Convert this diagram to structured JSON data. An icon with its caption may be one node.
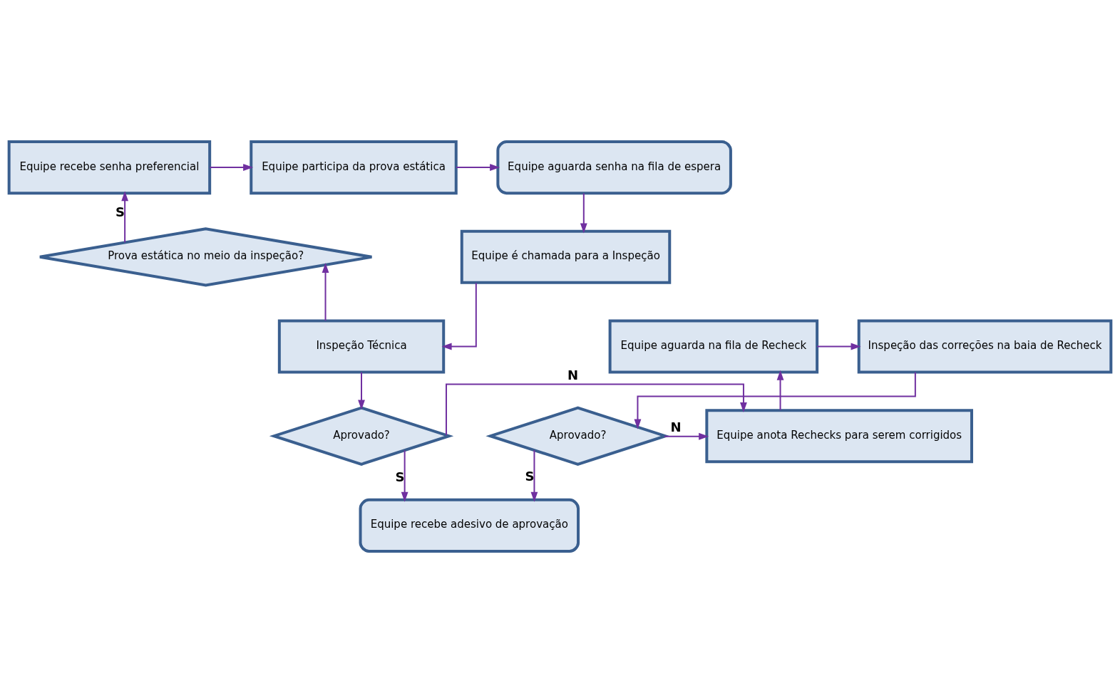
{
  "diagram": {
    "nodes": [
      {
        "text": [
          "Equipe aguarda senha na fila de espera"
        ]
      },
      {
        "text": [
          "Equipe participa da prova estática"
        ]
      },
      {
        "text": [
          "Equipe recebe senha preferencial"
        ]
      },
      {
        "text": [
          "Equipe é chamada para a Inspeção"
        ]
      },
      {
        "text": [
          "Prova estática no meio da inspeção?"
        ]
      },
      {
        "text": [
          "Inspeção Técnica"
        ]
      },
      {
        "text": [
          "Equipe aguarda na fila de Recheck"
        ]
      },
      {
        "text": [
          "Inspeção das correções na baia de Recheck"
        ]
      },
      {
        "text": [
          "Aprovado?"
        ]
      },
      {
        "text": [
          "Equipe anota Rechecks para serem corrigidos"
        ]
      },
      {
        "text": [
          "Aprovado?"
        ]
      },
      {
        "text": [
          "Equipe recebe adesivo de aprovação"
        ]
      }
    ],
    "edges": [
      {
        "from": 2,
        "to": 1,
        "arrow": "to"
      },
      {
        "from": 1,
        "to": 0,
        "arrow": "to"
      },
      {
        "from": 0,
        "to": 3,
        "arrow": "to"
      },
      {
        "from": 3,
        "to": 5,
        "arrow": "to"
      },
      {
        "from": 5,
        "to": 4,
        "arrow": "to"
      },
      {
        "from": 4,
        "to": 2,
        "arrow": "to",
        "label": "S"
      },
      {
        "from": 5,
        "to": 8,
        "arrow": "to"
      },
      {
        "from": 8,
        "to": 9,
        "arrow": "to",
        "label": "N"
      },
      {
        "from": 9,
        "to": 6,
        "arrow": "to"
      },
      {
        "from": 6,
        "to": 7,
        "arrow": "to"
      },
      {
        "from": 7,
        "to": 10,
        "arrow": "to"
      },
      {
        "from": 10,
        "to": 9,
        "arrow": "to",
        "label": "N"
      },
      {
        "from": 8,
        "to": 11,
        "arrow": "to",
        "label": "S"
      },
      {
        "from": 10,
        "to": 11,
        "arrow": "to",
        "label": "S"
      }
    ]
  }
}
